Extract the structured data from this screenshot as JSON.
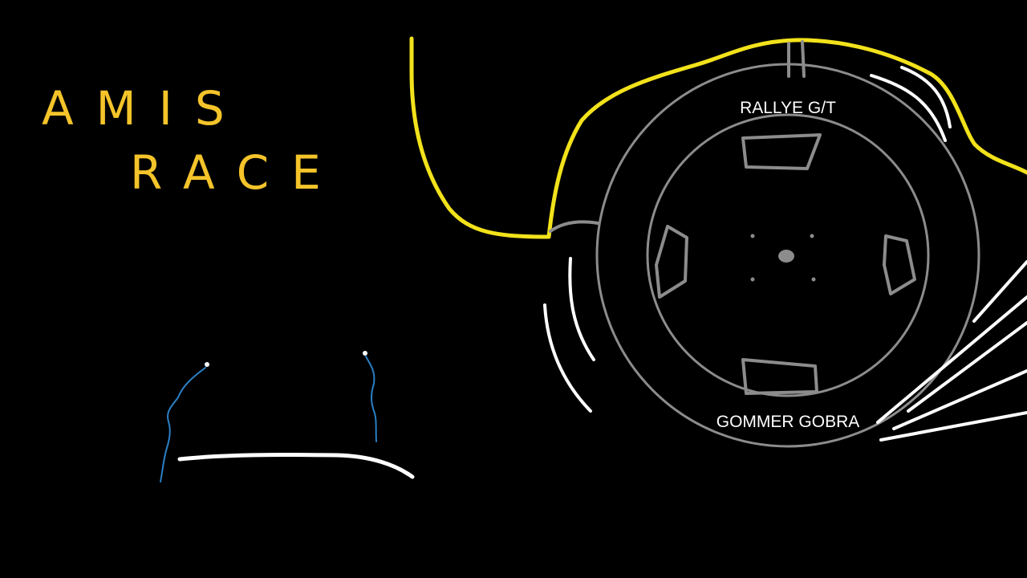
{
  "title": {
    "line1": "AMIS",
    "line2": "RACE"
  },
  "tire": {
    "brand_top": "RALLYE G/T",
    "brand_bottom": "GOMMER GOBRA"
  },
  "colors": {
    "background": "#000000",
    "title": "#f4c42a",
    "car_outline": "#f2e21b",
    "wheel": "#8c8c8c",
    "speed_lines": "#ffffff",
    "tears": "#2a7fc4",
    "mouth": "#ffffff"
  }
}
